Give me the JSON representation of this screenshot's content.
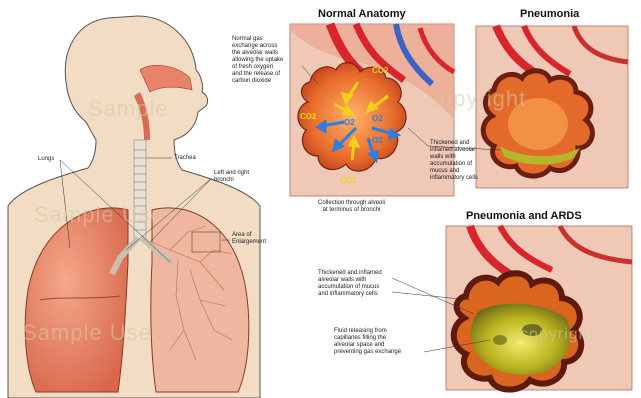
{
  "titles": {
    "normal": "Normal Anatomy",
    "pneumonia": "Pneumonia",
    "ards": "Pneumonia and ARDS"
  },
  "labels": {
    "gas_exchange": [
      "Normal gas",
      "exchange across",
      "the alveolar walls",
      "allowing the uptake",
      "of fresh oxygen",
      "and the release of",
      "carbon dioxide"
    ],
    "lungs": "Lungs",
    "trachea": "Trachea",
    "bronchi": [
      "Left and right",
      "bronchi"
    ],
    "enlargement": [
      "Area of",
      "Enlargement"
    ],
    "alveoli_caption": [
      "Collection through alveoli",
      "at terminus of bronchi"
    ],
    "thickened_pneumonia": [
      "Thickened and",
      "inflamed alveolar",
      "walls with",
      "accumulation of",
      "mucus and",
      "inflammatory cells"
    ],
    "thickened_ards": [
      "Thickened and inflamed",
      "alveolar walls with",
      "accumulation of mucus",
      "and inflammatory cells"
    ],
    "fluid": [
      "Fluid releasing from",
      "capillaries filling the",
      "alveolar space and",
      "preventing gas exchange"
    ]
  },
  "gases": {
    "co2": "CO2",
    "o2": "O2"
  },
  "watermarks": [
    "Sample",
    "Sample Use",
    "copyright",
    "Sample Use",
    "copyright"
  ],
  "colors": {
    "skin": "#f3dcc4",
    "lung": "#e8836a",
    "artery": "#d8242a",
    "vein": "#3a63c6",
    "alveolus_bg": "#f08a3c",
    "fluid": "#c9c02a",
    "arrow_o2": "#2f7de0",
    "arrow_co2": "#f0d21a"
  }
}
